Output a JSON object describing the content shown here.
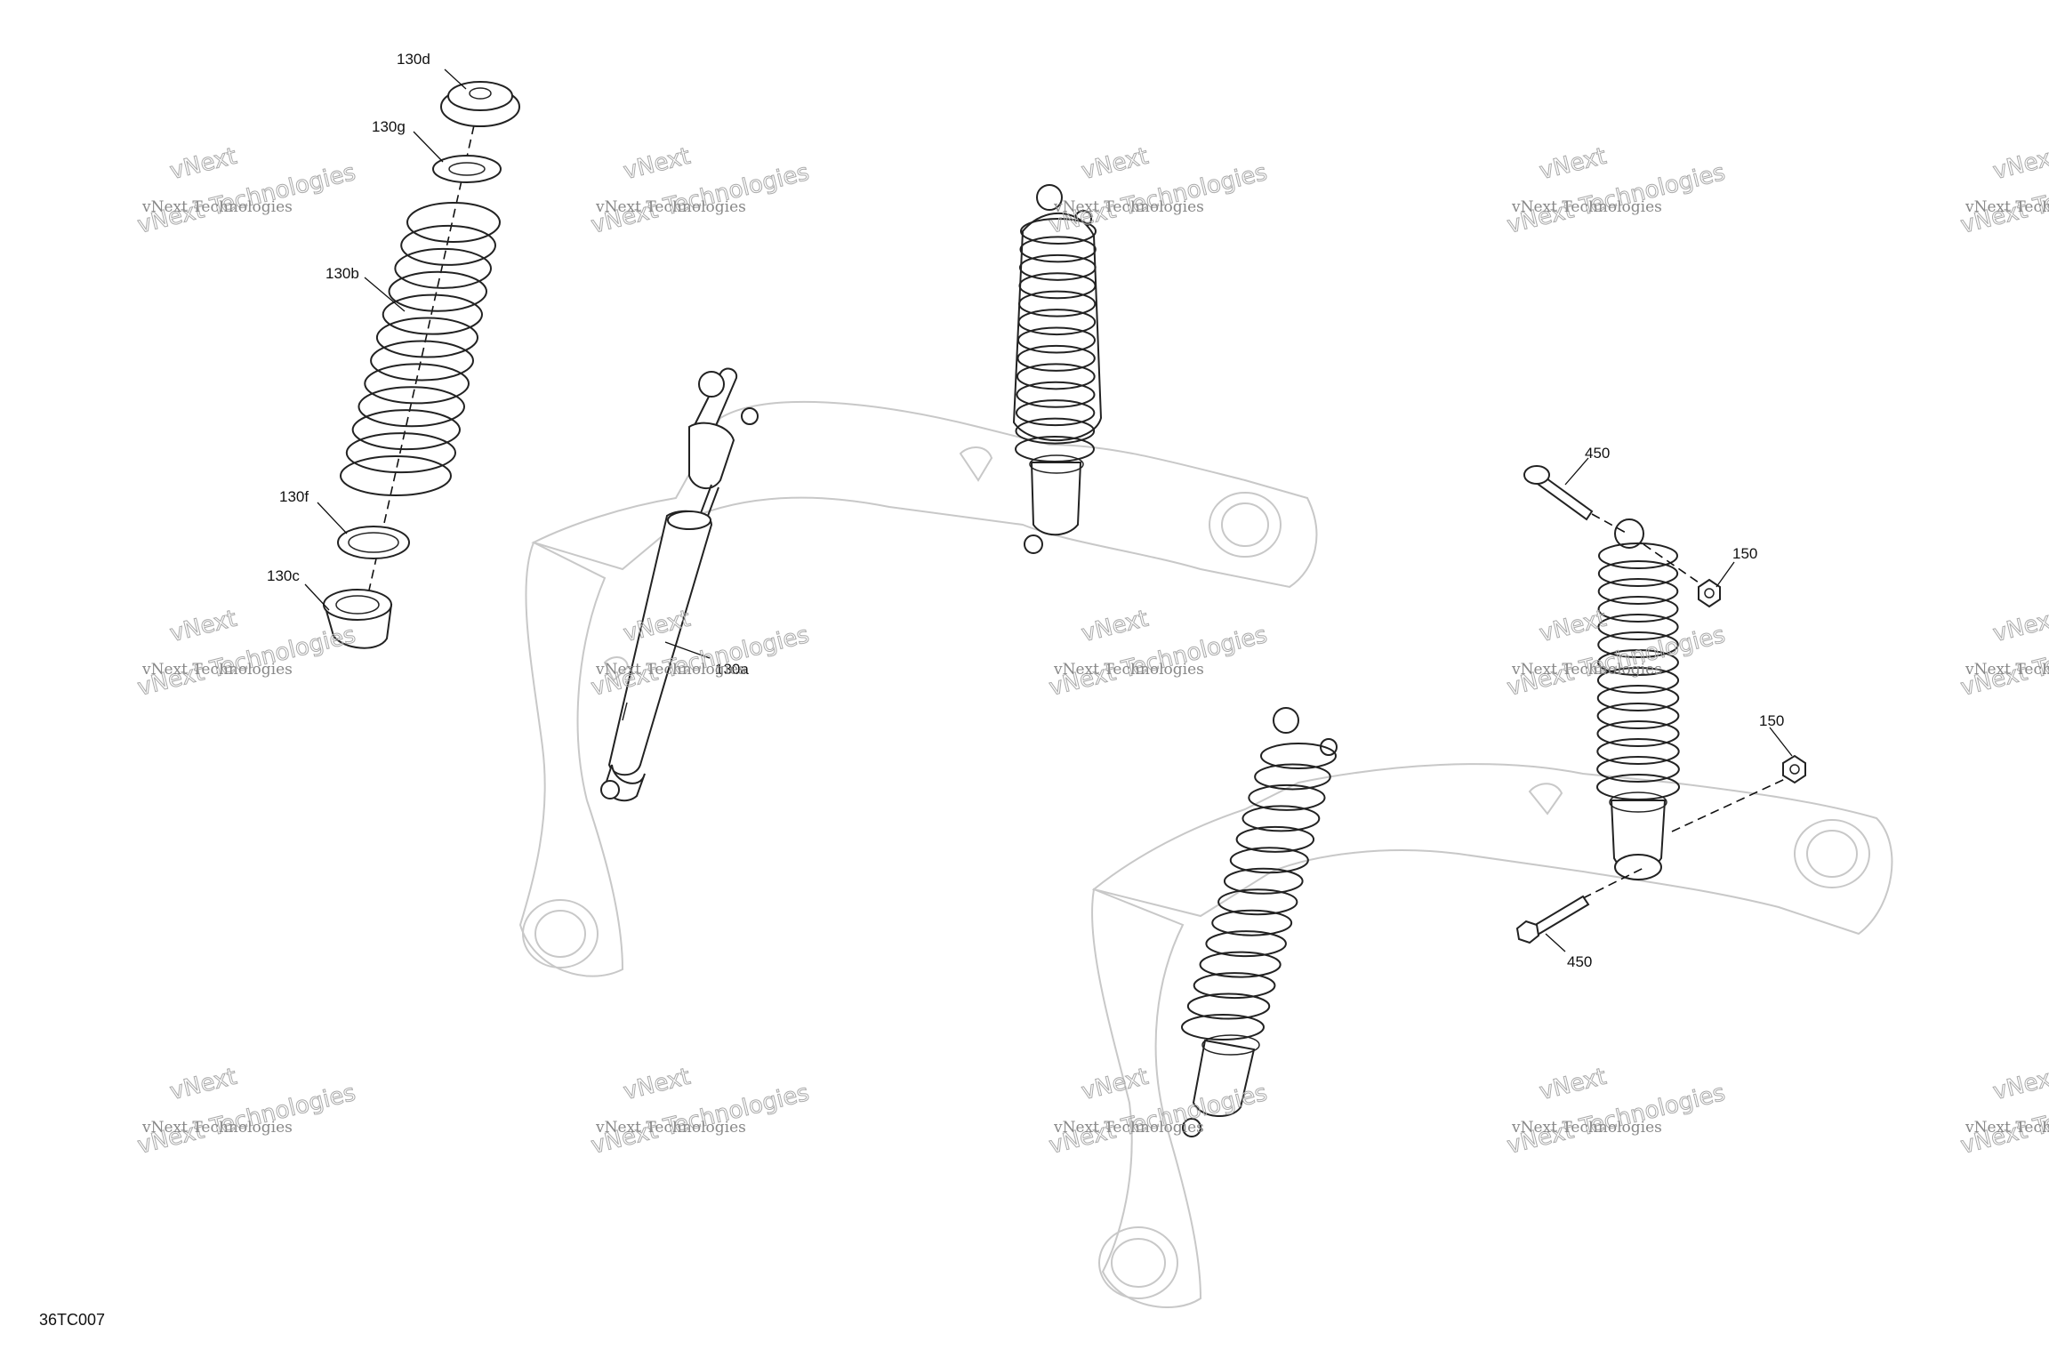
{
  "diagram": {
    "reference": "36TC007",
    "callouts": [
      {
        "id": "130d",
        "label": "130d"
      },
      {
        "id": "130g",
        "label": "130g"
      },
      {
        "id": "130b",
        "label": "130b"
      },
      {
        "id": "130f",
        "label": "130f"
      },
      {
        "id": "130c",
        "label": "130c"
      },
      {
        "id": "130a",
        "label": "130a"
      },
      {
        "id": "450-top",
        "label": "450"
      },
      {
        "id": "150-top",
        "label": "150"
      },
      {
        "id": "150-mid",
        "label": "150"
      },
      {
        "id": "450-bottom",
        "label": "450"
      }
    ],
    "watermark": {
      "line1": "vNext Technologies",
      "line2": "vNext Technologies",
      "line3": "vNext"
    }
  }
}
